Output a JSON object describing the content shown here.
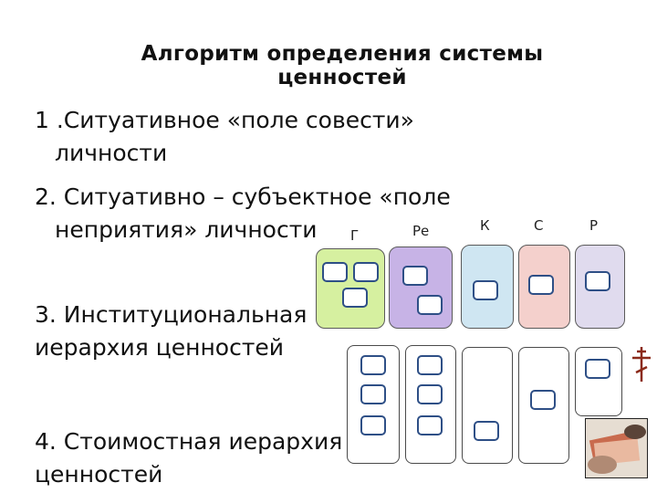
{
  "title": {
    "line1": "Алгоритм определения системы",
    "line2": "ценностей"
  },
  "items": [
    {
      "num": "1",
      "text_line1": " .Ситуативное «поле совести»",
      "text_line2": "личности"
    },
    {
      "num": "2.",
      "text_line1": " Ситуативно – субъектное  «поле",
      "text_line2": "неприятия» личности"
    },
    {
      "num": "3.",
      "text_line1": " Институциональная",
      "text_line2": "иерархия ценностей"
    },
    {
      "num": "4.",
      "text_line1": " Стоимостная иерархия",
      "text_line2": "ценностей"
    }
  ],
  "columns": [
    {
      "label": "Г",
      "color": "#d6f0a0"
    },
    {
      "label": "Ре",
      "color": "#c7b3e6"
    },
    {
      "label": "К",
      "color": "#cfe6f2"
    },
    {
      "label": "С",
      "color": "#f4d0cc"
    },
    {
      "label": "Р",
      "color": "#e0dbee"
    }
  ],
  "colors": {
    "cell_border": "#2e4f86",
    "panel_border": "#5a5a5a"
  },
  "icons": {
    "cross": "orthodox-cross-icon",
    "photo": "money-photo"
  }
}
